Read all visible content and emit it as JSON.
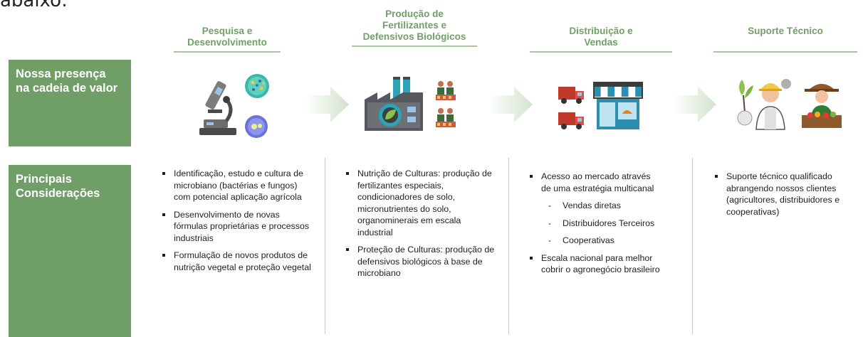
{
  "cutoff_text": "abaixo:",
  "columns": [
    {
      "title_lines": [
        "Pesquisa e",
        "Desenvolvimento"
      ]
    },
    {
      "title_lines": [
        "Produção de",
        "Fertilizantes e",
        "Defensivos Biológicos"
      ]
    },
    {
      "title_lines": [
        "Distribuição e",
        "Vendas"
      ]
    },
    {
      "title_lines": [
        "Suporte Técnico"
      ]
    }
  ],
  "rows": {
    "presence": {
      "label_lines": [
        "Nossa presença",
        "na cadeia de valor"
      ]
    },
    "considerations": {
      "label_lines": [
        "Principais",
        "Considerações"
      ]
    }
  },
  "col1_items": [
    "Identificação, estudo e cultura de microbiano (bactérias e fungos) com potencial aplicação agrícola",
    "Desenvolvimento de novas fórmulas proprietárias e processos industriais",
    "Formulação de novos produtos de nutrição vegetal e proteção vegetal"
  ],
  "col2_items": [
    "Nutrição de Culturas: produção de fertilizantes especiais, condicionadores de solo, micronutrientes do solo, organominerais em escala industrial",
    "Proteção de Culturas: produção de defensivos biológicos à base de microbiano"
  ],
  "col3_items": {
    "main1": "Acesso ao mercado através de uma estratégia multicanal",
    "subs": [
      "Vendas diretas",
      "Distribuidores Terceiros",
      "Cooperativas"
    ],
    "main2": "Escala nacional para melhor cobrir o agronegócio brasileiro"
  },
  "col4_items": [
    "Suporte técnico qualificado abrangendo nossos clientes (agricultores, distribuidores e cooperativas)"
  ],
  "colors": {
    "accent": "#6f9f67",
    "header": "#70a068",
    "arrow": "#dce8d8"
  },
  "icons": [
    "microscope-icon",
    "bacteria-icon",
    "cell-icon",
    "factory-leaf-icon",
    "workers-icon",
    "delivery-truck-icon",
    "storefront-icon",
    "agronomist-icon",
    "farmer-icon"
  ]
}
